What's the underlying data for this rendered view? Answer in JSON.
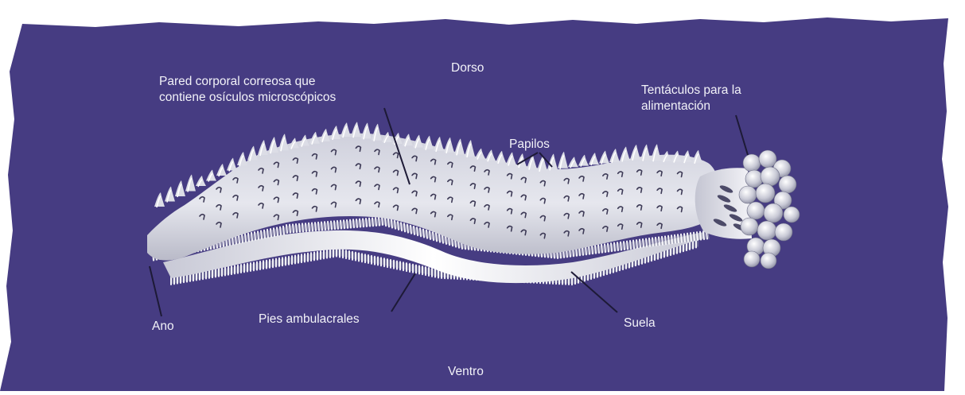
{
  "diagram": {
    "background_color": "#463c82",
    "body_color": "#dcdde6",
    "label_color": "#f2f2f8",
    "labels": {
      "dorso": "Dorso",
      "ventro": "Ventro",
      "pared_line1": "Pared corporal correosa que",
      "pared_line2": "contiene osículos microscópicos",
      "papilos": "Papilos",
      "tentaculos_line1": "Tentáculos para la",
      "tentaculos_line2": "alimentación",
      "ano": "Ano",
      "pies": "Pies ambulacrales",
      "suela": "Suela"
    }
  }
}
